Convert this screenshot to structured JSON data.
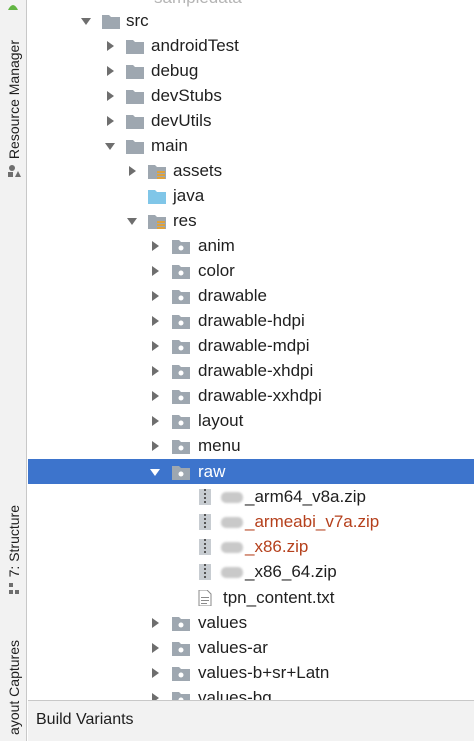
{
  "tool_windows": {
    "resource_manager": "Resource Manager",
    "structure": "7: Structure",
    "layout_captures": "ayout Captures",
    "build_variants": "Build Variants"
  },
  "tree": {
    "cutoff_row": "sampledata",
    "src": "src",
    "androidTest": "androidTest",
    "debug": "debug",
    "devStubs": "devStubs",
    "devUtils": "devUtils",
    "main": "main",
    "assets": "assets",
    "java": "java",
    "res": "res",
    "anim": "anim",
    "color": "color",
    "drawable": "drawable",
    "drawable_hdpi": "drawable-hdpi",
    "drawable_mdpi": "drawable-mdpi",
    "drawable_xhdpi": "drawable-xhdpi",
    "drawable_xxhdpi": "drawable-xxhdpi",
    "layout": "layout",
    "menu": "menu",
    "raw": "raw",
    "zip1": "_arm64_v8a.zip",
    "zip2": "_armeabi_v7a.zip",
    "zip3": "_x86.zip",
    "zip4": "_x86_64.zip",
    "tpn": "tpn_content.txt",
    "values": "values",
    "values_ar": "values-ar",
    "values_b_sr": "values-b+sr+Latn",
    "values_bg": "values-bg"
  },
  "colors": {
    "selection": "#3d74cc",
    "folder": "#9ea7b0",
    "java_folder": "#80c6e8",
    "vcs_modified": "#b5401c"
  }
}
